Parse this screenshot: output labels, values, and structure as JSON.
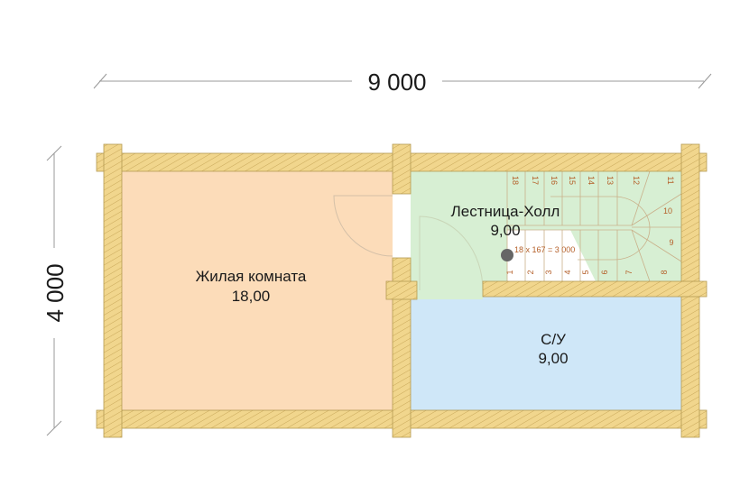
{
  "dimensions": {
    "width_label": "9 000",
    "height_label": "4 000"
  },
  "rooms": {
    "living": {
      "name": "Жилая комната",
      "area": "18,00"
    },
    "hall": {
      "name": "Лестница-Холл",
      "area": "9,00"
    },
    "bath": {
      "name": "С/У",
      "area": "9,00"
    }
  },
  "stairs": {
    "formula": "18 x 167 = 3 000",
    "bottom_steps": [
      "1",
      "2",
      "3",
      "4",
      "5",
      "6",
      "7",
      "8"
    ],
    "side_steps": [
      "9",
      "10"
    ],
    "top_steps": [
      "11",
      "12",
      "13",
      "14",
      "15",
      "16",
      "17",
      "18"
    ]
  },
  "colors": {
    "wall": "#f1d68d",
    "living": "#fcdcb9",
    "hall": "#d7efd3",
    "bath": "#cfe7f8"
  }
}
